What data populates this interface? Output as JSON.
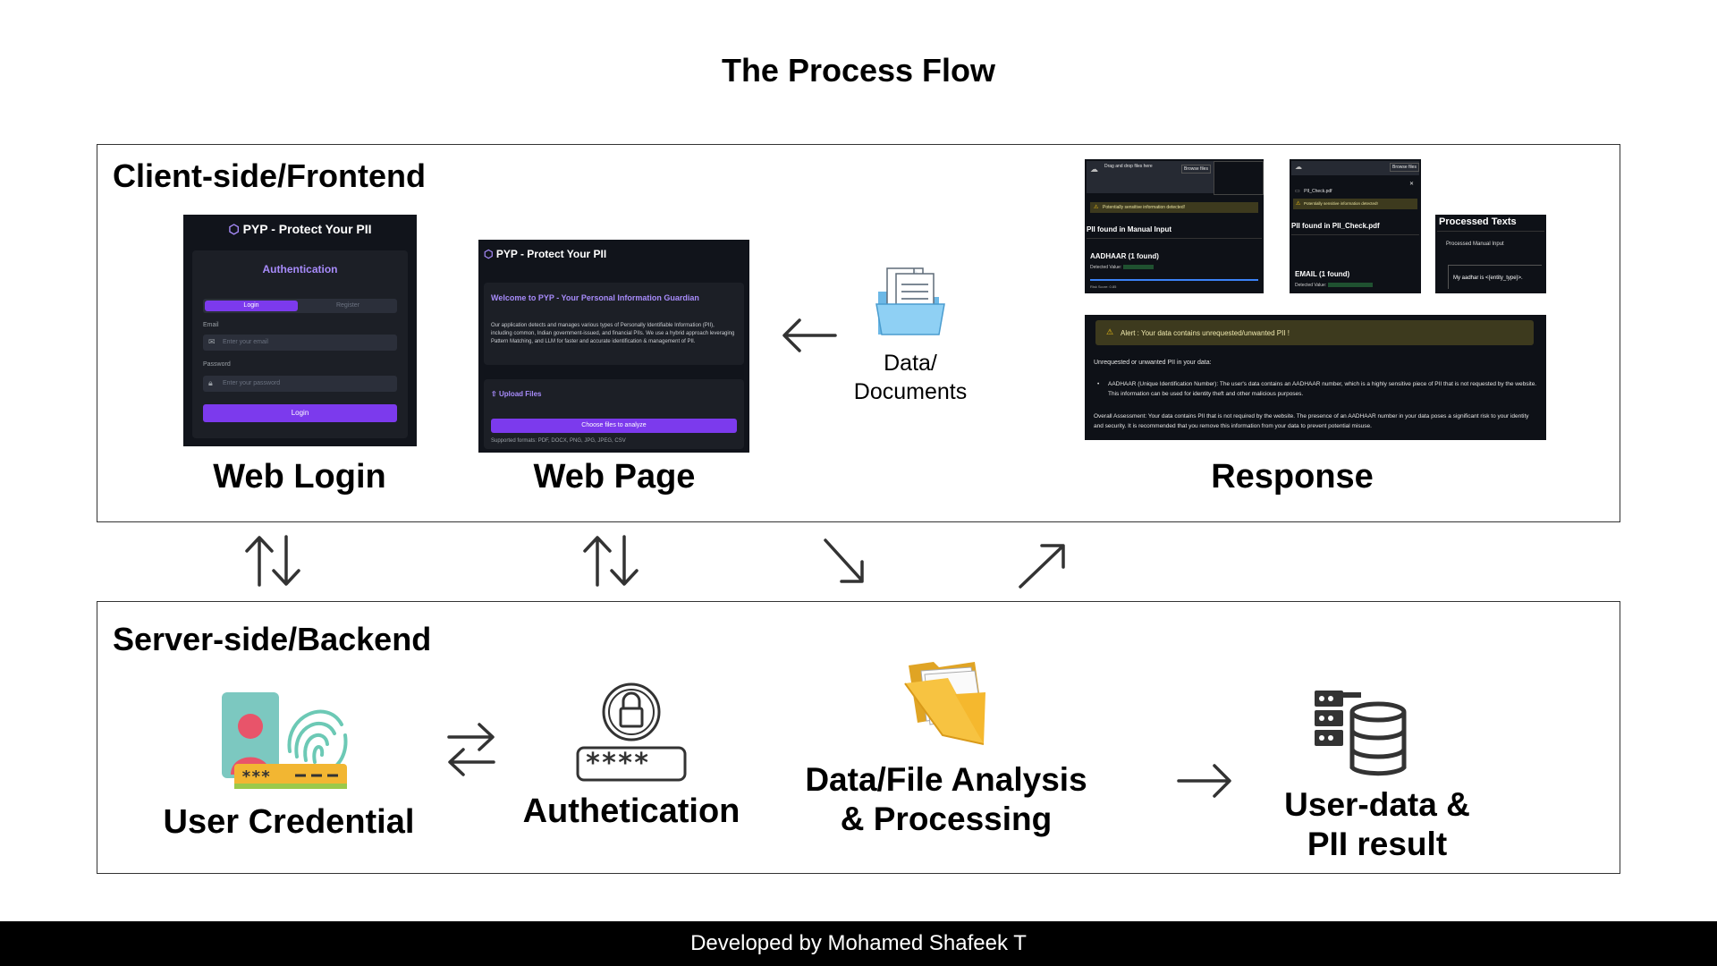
{
  "title": "The Process Flow",
  "client": {
    "panel_title": "Client-side/Frontend",
    "web_login": {
      "caption": "Web Login",
      "app_title": "PYP - Protect Your PII",
      "heading": "Authentication",
      "tab_login": "Login",
      "tab_register": "Register",
      "email_label": "Email",
      "email_placeholder": "Enter your email",
      "password_label": "Password",
      "password_placeholder": "Enter your password",
      "login_button": "Login"
    },
    "web_page": {
      "caption": "Web Page",
      "app_title": "PYP - Protect Your PII",
      "welcome": "Welcome to PYP - Your Personal Information Guardian",
      "description": "Our application detects and manages various types of Personally Identifiable Information (PII), including common, Indian government-issued, and financial PIIs. We use a hybrid approach leveraging Pattern Matching, and LLM for faster and accurate identification & management of PII.",
      "upload_label": "Upload Files",
      "choose_button": "Choose files to analyze",
      "supported": "Supported formats: PDF, DOCX, PNG, JPG, JPEG, CSV"
    },
    "documents": {
      "label_line1": "Data/",
      "label_line2": "Documents"
    },
    "response": {
      "caption": "Response",
      "shot1": {
        "drag": "Drag and drop files here",
        "browse": "Browse files",
        "warning": "Potentially sensitive information detected!",
        "heading": "PII found in Manual Input",
        "entity": "AADHAAR (1 found)",
        "detected": "Detected Value:",
        "risk": "Risk Score: 0.85"
      },
      "shot2": {
        "browse": "Browse files",
        "file": "PII_Check.pdf",
        "warning": "Potentially sensitive information detected!",
        "heading": "PII found in PII_Check.pdf",
        "entity": "EMAIL (1 found)",
        "detected": "Detected Value:"
      },
      "shot3": {
        "heading": "Processed Texts",
        "sub": "Processed Manual Input",
        "text": "My aadhar is <{entity_type}>."
      },
      "alert": {
        "alert_text": "Alert : Your data contains unrequested/unwanted PII !",
        "intro": "Unrequested or unwanted PII in your data:",
        "bullet": "AADHAAR (Unique Identification Number): The user's data contains an AADHAAR number, which is a highly sensitive piece of PII that is not requested by the website. This information can be used for identity theft and other malicious purposes.",
        "assessment": "Overall Assessment: Your data contains PII that is not required by the website. The presence of an AADHAAR number in your data poses a significant risk to your identity and security. It is recommended that you remove this information from your data to prevent potential misuse."
      }
    }
  },
  "server": {
    "panel_title": "Server-side/Backend",
    "credential_caption": "User Credential",
    "auth_caption": "Authetication",
    "analysis_line1": "Data/File Analysis",
    "analysis_line2": "& Processing",
    "result_line1": "User-data &",
    "result_line2": "PII result"
  },
  "footer": "Developed by Mohamed Shafeek T"
}
